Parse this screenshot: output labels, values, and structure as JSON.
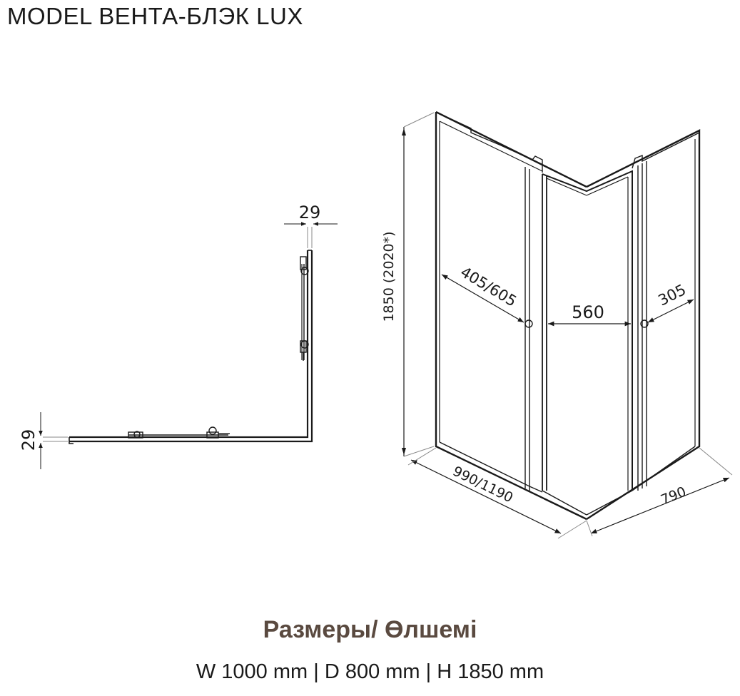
{
  "header": {
    "title": "MODEL ВЕНТА-БЛЭК LUX"
  },
  "plan_view": {
    "door_profile_width": "29",
    "side_profile_width": "29"
  },
  "front_view": {
    "height_label": "1850 (2020*)",
    "door_span_left": "405/605",
    "door_span_center": "560",
    "door_span_right": "305",
    "width_label": "990/1190",
    "depth_label": "790"
  },
  "footer": {
    "title": "Размеры/ Өлшемі",
    "dimensions": "W 1000 mm | D 800 mm | H 1850 mm"
  }
}
